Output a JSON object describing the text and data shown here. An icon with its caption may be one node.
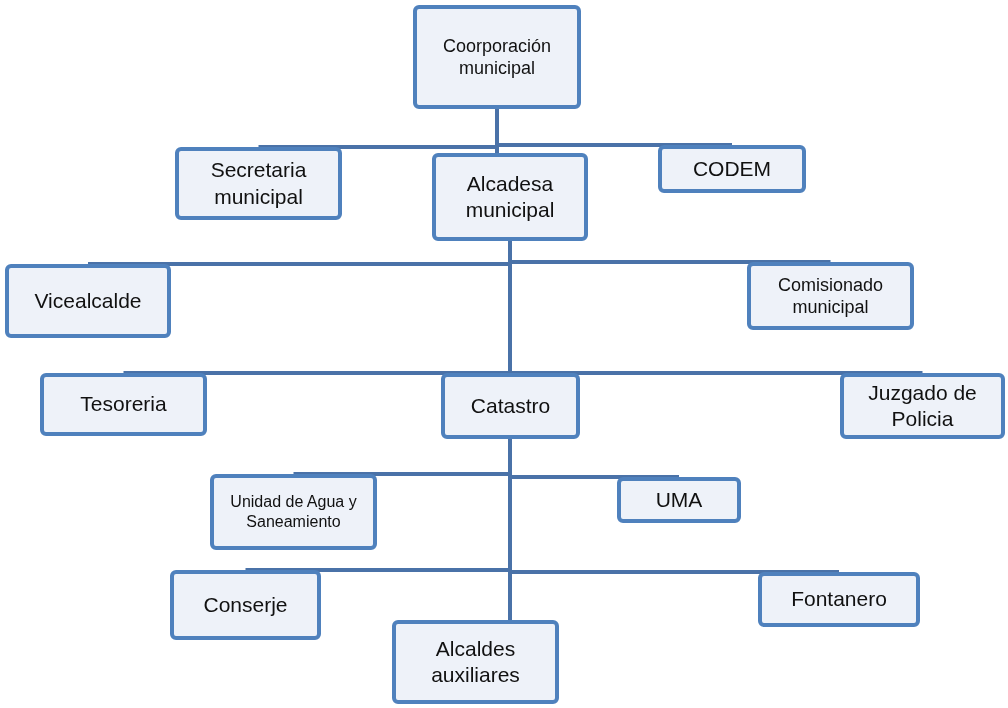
{
  "diagram": {
    "nodes": [
      {
        "text": [
          "Coorporación municipal"
        ]
      },
      {
        "text": [
          "Secretaria municipal"
        ]
      },
      {
        "text": [
          "Alcadesa municipal"
        ]
      },
      {
        "text": [
          "CODEM"
        ]
      },
      {
        "text": [
          "Vicealcalde"
        ]
      },
      {
        "text": [
          "Comisionado municipal"
        ]
      },
      {
        "text": [
          "Tesoreria"
        ]
      },
      {
        "text": [
          "Catastro"
        ]
      },
      {
        "text": [
          "Juzgado de Policia"
        ]
      },
      {
        "text": [
          "Unidad de Agua y Saneamiento"
        ]
      },
      {
        "text": [
          "UMA"
        ]
      },
      {
        "text": [
          "Conserje"
        ]
      },
      {
        "text": [
          "Fontanero"
        ]
      },
      {
        "text": [
          "Alcaldes auxiliares"
        ]
      }
    ],
    "edges": [
      {
        "from": 0,
        "to": 1,
        "arrow": "none"
      },
      {
        "from": 0,
        "to": 2,
        "arrow": "none"
      },
      {
        "from": 0,
        "to": 3,
        "arrow": "none"
      },
      {
        "from": 2,
        "to": 4,
        "arrow": "none"
      },
      {
        "from": 2,
        "to": 5,
        "arrow": "none"
      },
      {
        "from": 2,
        "to": 6,
        "arrow": "none"
      },
      {
        "from": 2,
        "to": 7,
        "arrow": "none"
      },
      {
        "from": 2,
        "to": 8,
        "arrow": "none"
      },
      {
        "from": 7,
        "to": 9,
        "arrow": "none"
      },
      {
        "from": 7,
        "to": 10,
        "arrow": "none"
      },
      {
        "from": 7,
        "to": 11,
        "arrow": "none"
      },
      {
        "from": 7,
        "to": 12,
        "arrow": "none"
      },
      {
        "from": 7,
        "to": 13,
        "arrow": "none"
      }
    ]
  }
}
